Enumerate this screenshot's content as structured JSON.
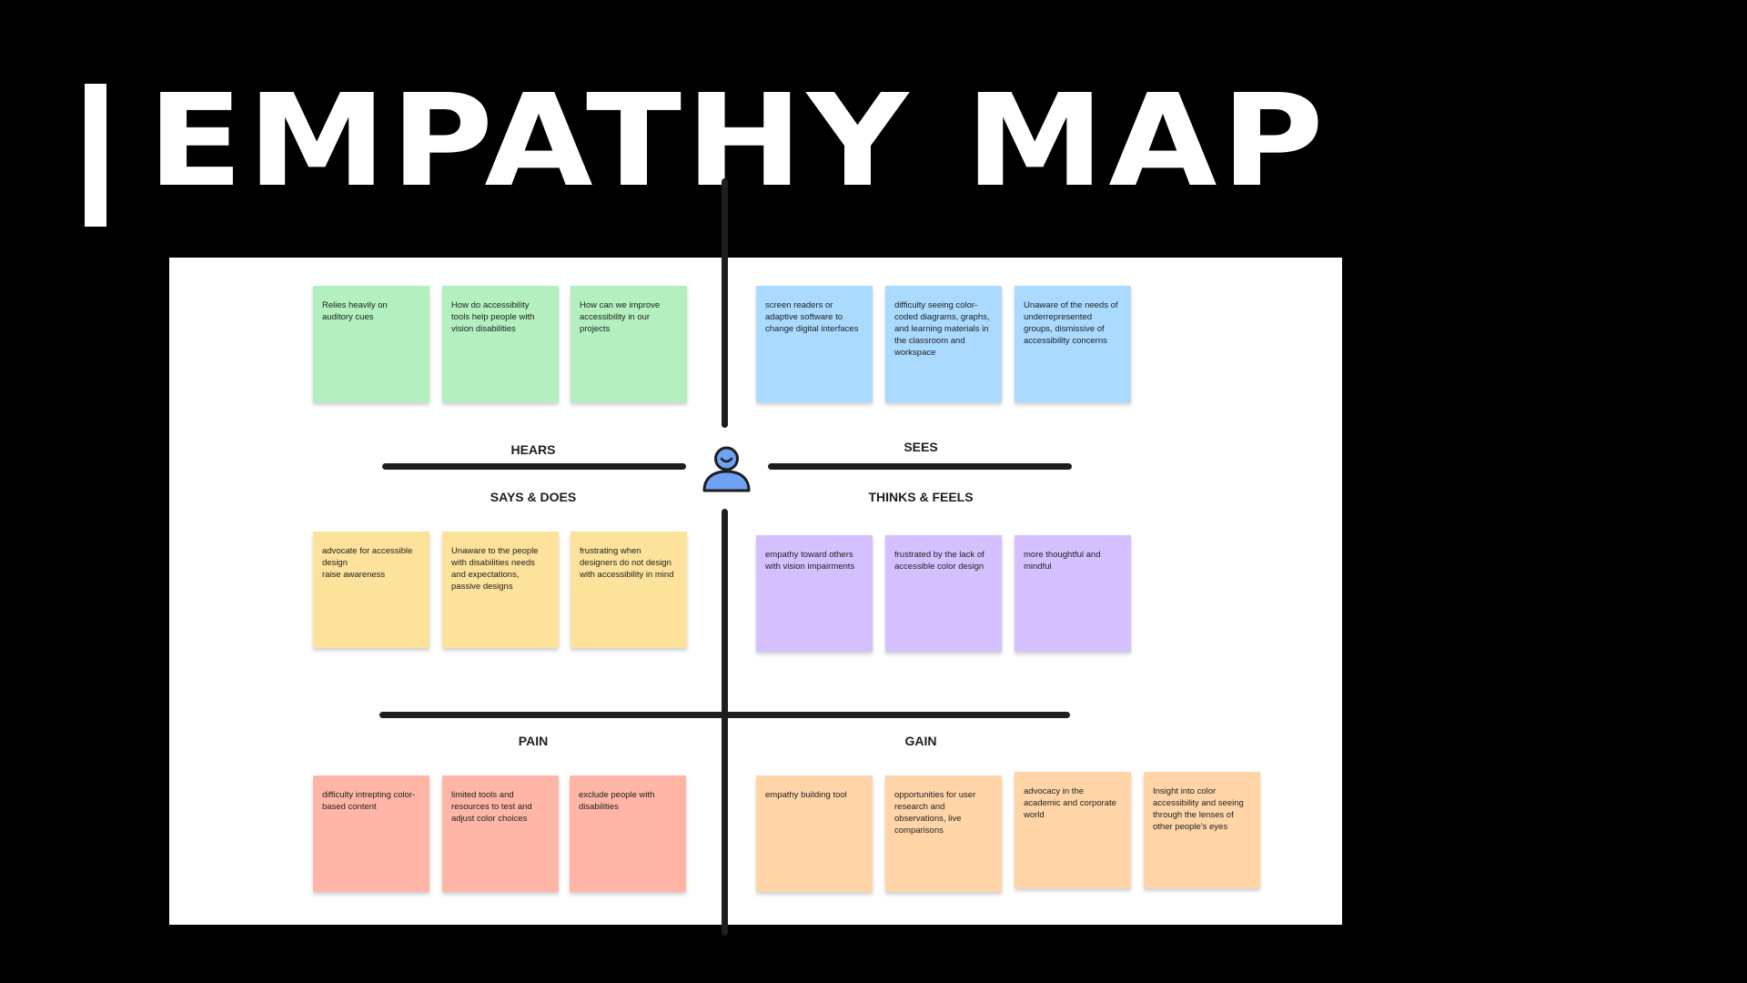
{
  "title": "EMPATHY MAP",
  "labels": {
    "hears": "HEARS",
    "sees": "SEES",
    "says_does": "SAYS & DOES",
    "thinks_feels": "THINKS & FEELS",
    "pain": "PAIN",
    "gain": "GAIN"
  },
  "icons": {
    "center": "person-icon"
  },
  "colors": {
    "green": "#b3efbf",
    "blue": "#abdaff",
    "yellow": "#fde29b",
    "purple": "#d4c0ff",
    "red": "#ffb6a6",
    "orange": "#ffd5a8"
  },
  "hears_notes": [
    "Relies heavily on auditory cues",
    "How do accessibility tools help people with vision disabilities",
    "How can we improve accessibility in our projects"
  ],
  "sees_notes": [
    "screen readers or adaptive software to change digital interfaces",
    "difficulty seeing color-coded diagrams, graphs, and learning materials in the classroom and workspace",
    "Unaware of the needs of underrepresented groups, dismissive of accessibility concerns"
  ],
  "says_does_notes": [
    "advocate for accessible design\nraise awareness",
    "Unaware to the people with disabilities needs and expectations, passive designs",
    "frustrating when designers do not design with accessibility in mind"
  ],
  "thinks_feels_notes": [
    "empathy toward others with vision impairments",
    "frustrated by the lack of accessible color design",
    "more thoughtful and mindful"
  ],
  "pain_notes": [
    "difficulty intrepting color-based content",
    "limited tools and resources to test and adjust color choices",
    "exclude people with disabilities"
  ],
  "gain_notes": [
    "empathy building tool",
    "opportunities for user research and observations, live comparisons",
    "advocacy in the academic and corporate world",
    "Insight into color accessibility and seeing through the lenses of other people's eyes"
  ]
}
